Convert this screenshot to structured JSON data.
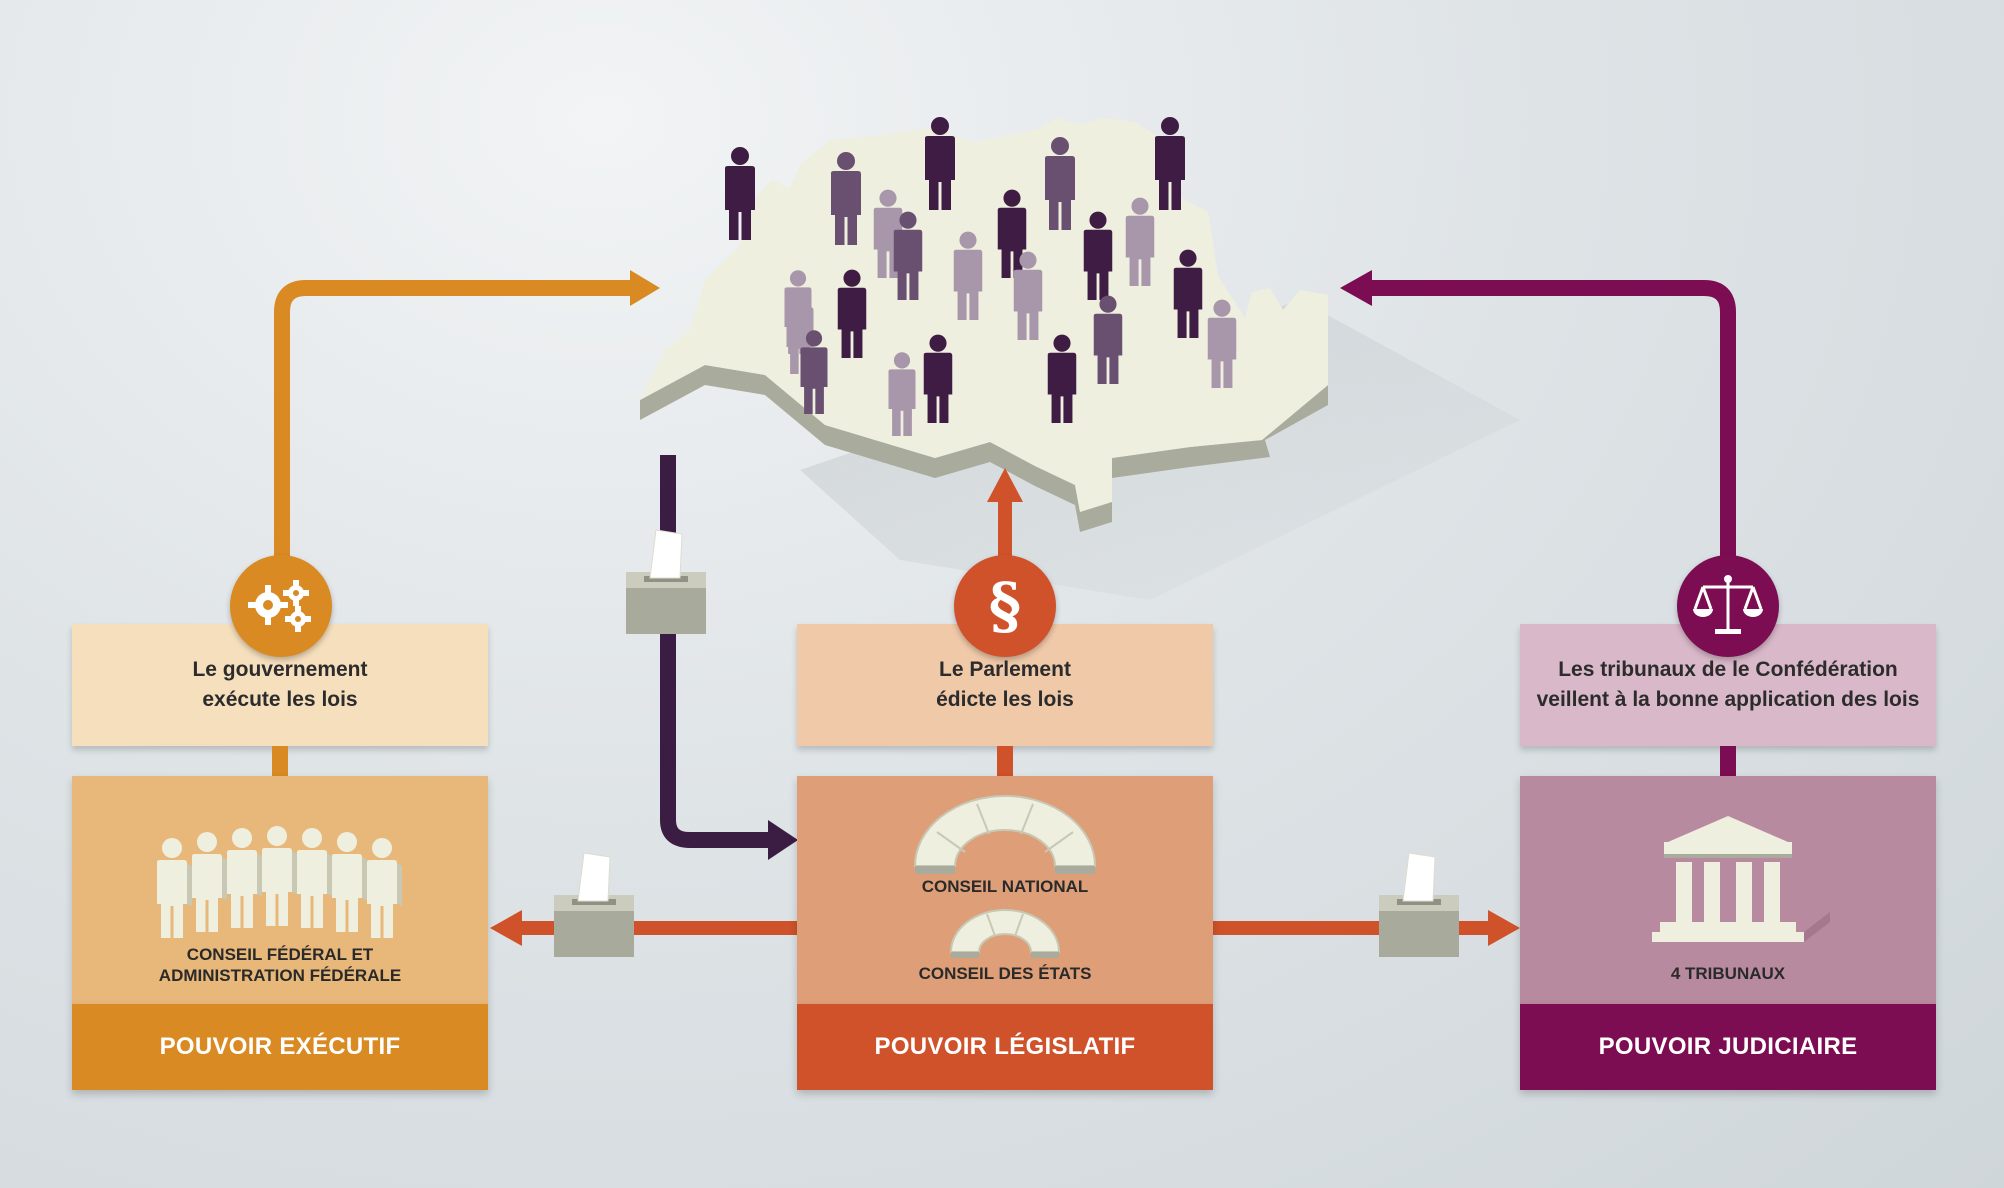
{
  "executive": {
    "desc_line1": "Le gouvernement",
    "desc_line2": "exécute les lois",
    "caption_line1": "CONSEIL FÉDÉRAL ET",
    "caption_line2": "ADMINISTRATION FÉDÉRALE",
    "footer": "POUVOIR EXÉCUTIF",
    "icon": "gears-icon",
    "color": "#d98a22"
  },
  "legislative": {
    "desc_line1": "Le Parlement",
    "desc_line2": "édicte les lois",
    "caption_national": "CONSEIL NATIONAL",
    "caption_states": "CONSEIL DES ÉTATS",
    "footer": "POUVOIR LÉGISLATIF",
    "icon": "paragraph-icon",
    "icon_glyph": "§",
    "color": "#cf522b"
  },
  "judicial": {
    "desc_line1": "Les tribunaux de le Confédération",
    "desc_line2": "veillent à la bonne application des lois",
    "caption": "4 TRIBUNAUX",
    "footer": "POUVOIR JUDICIAIRE",
    "icon": "scales-icon",
    "color": "#7d0d52"
  },
  "people_color": "#3e1c44"
}
